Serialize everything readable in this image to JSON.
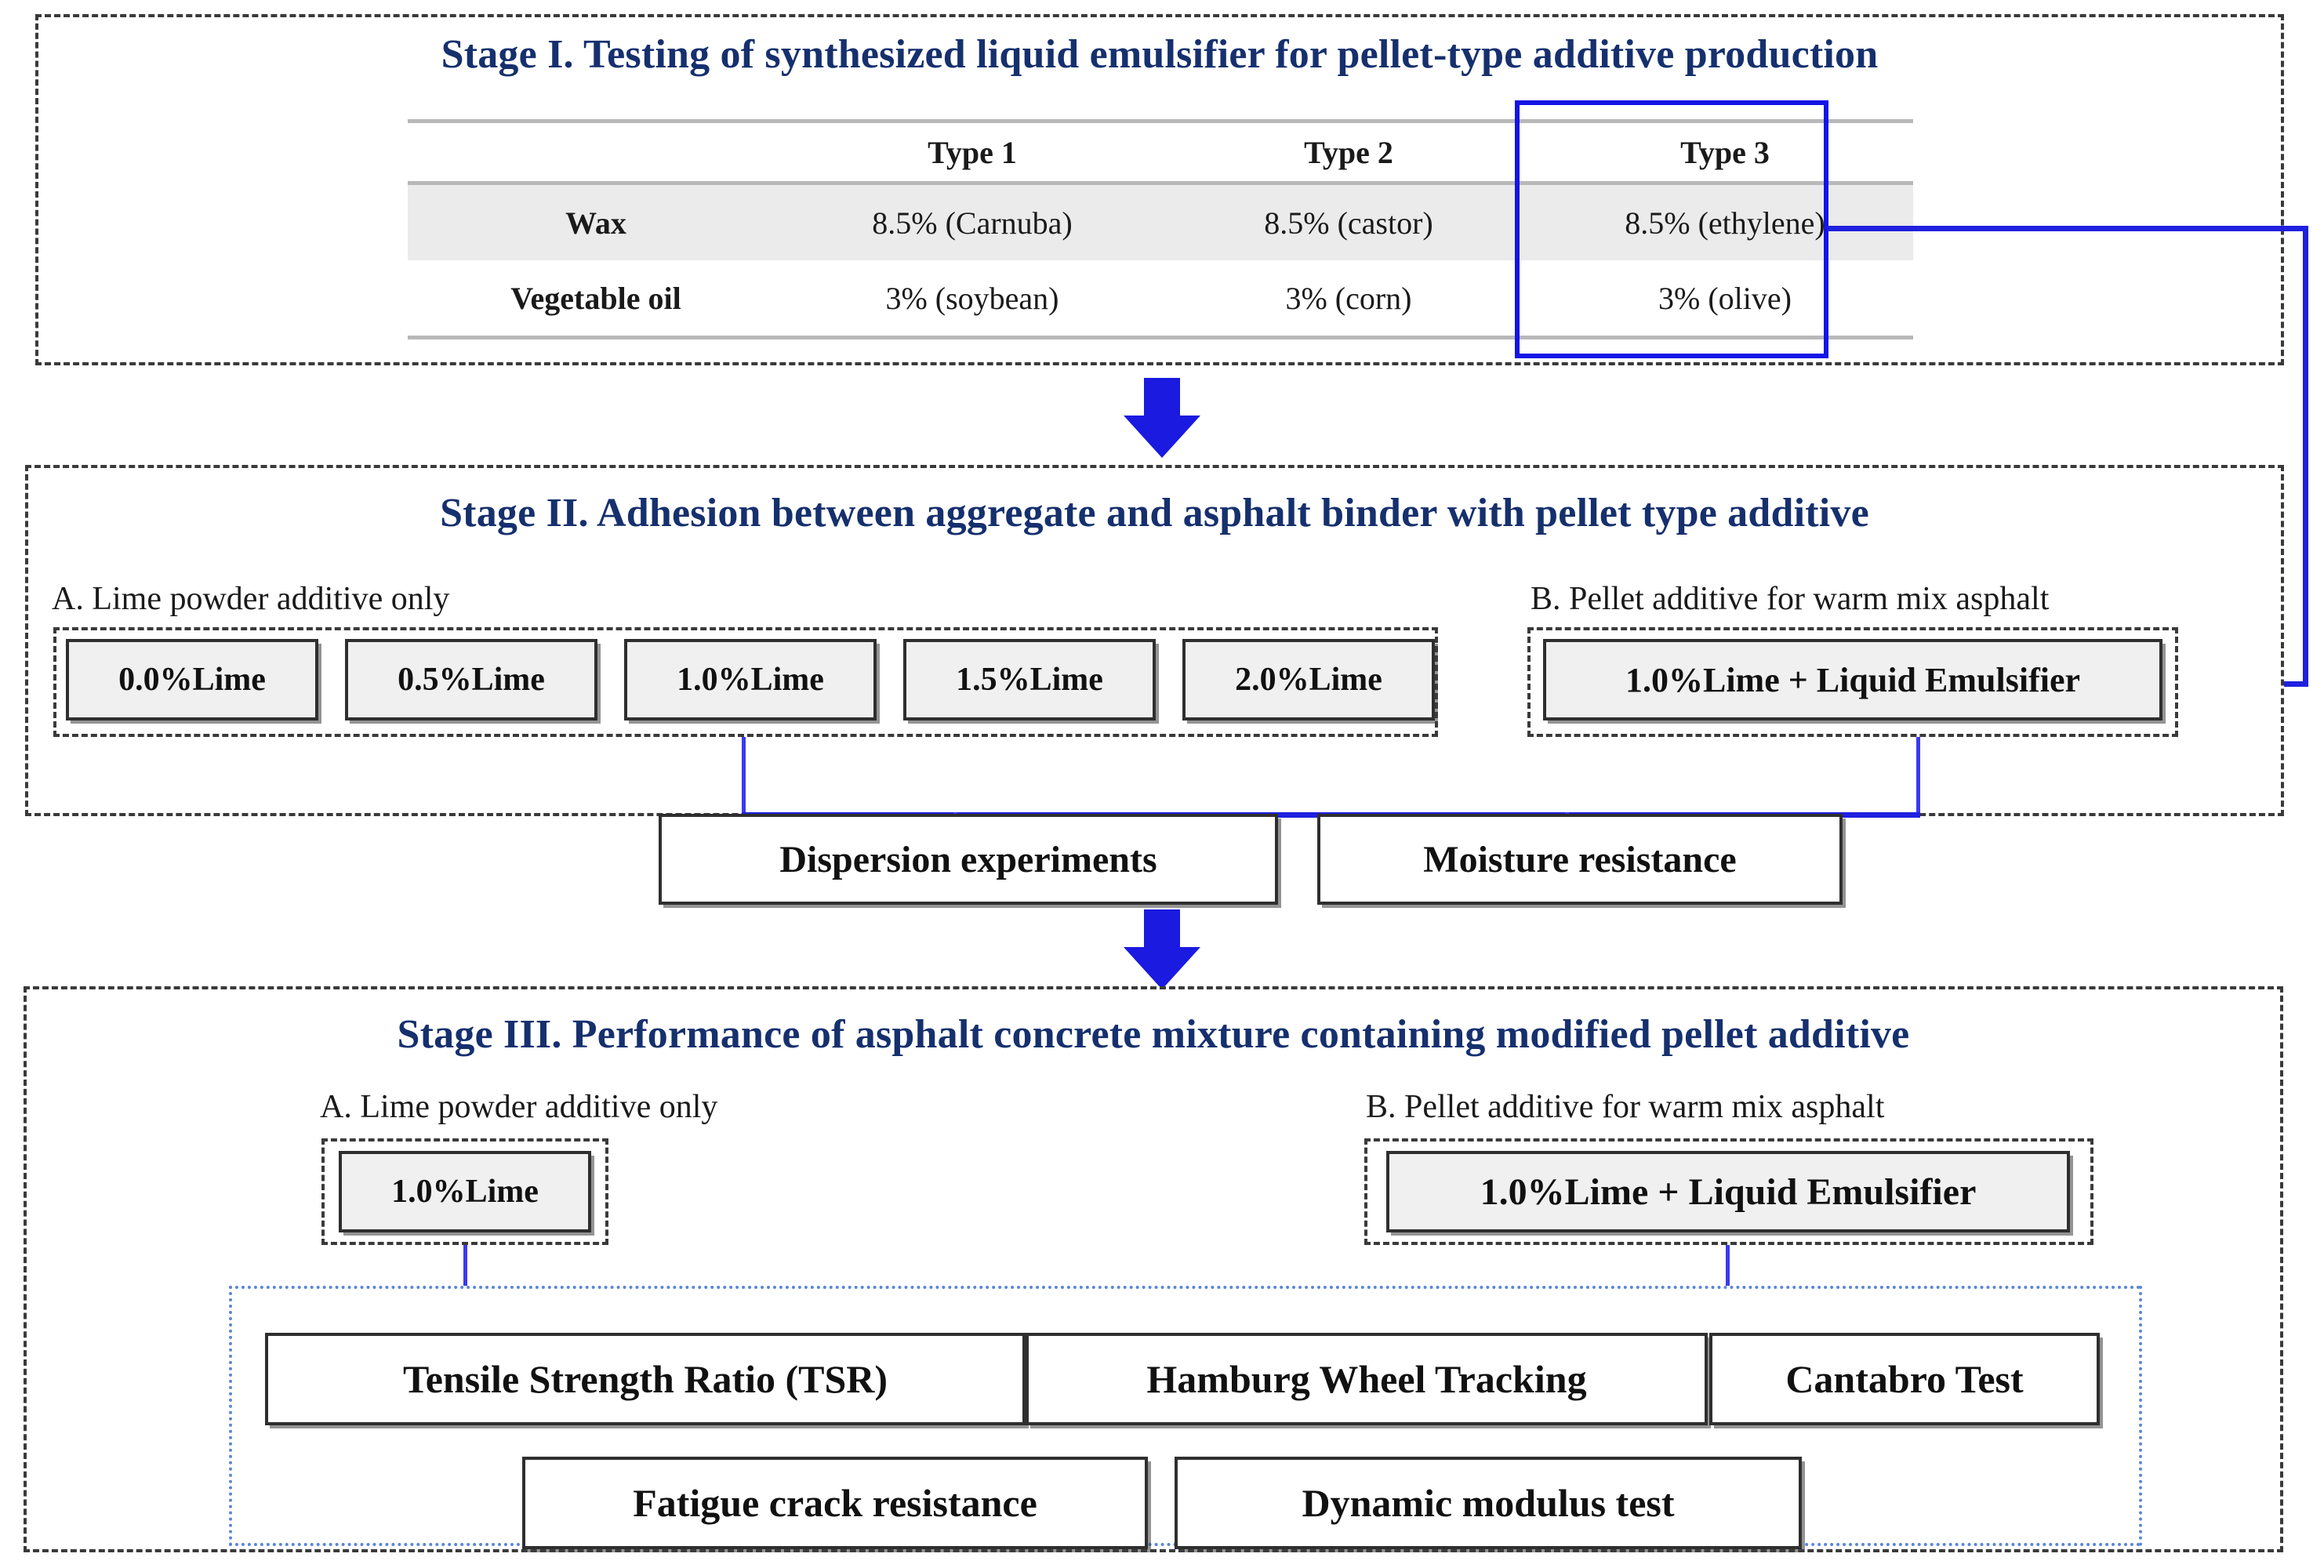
{
  "stage1": {
    "title": "Stage I. Testing of synthesized liquid emulsifier for pellet-type additive production",
    "table": {
      "columns": [
        "",
        "Type 1",
        "Type 2",
        "Type 3"
      ],
      "rows": [
        {
          "label": "Wax",
          "cells": [
            "8.5% (Carnuba)",
            "8.5% (castor)",
            "8.5% (ethylene)"
          ]
        },
        {
          "label": "Vegetable oil",
          "cells": [
            "3% (soybean)",
            "3% (corn)",
            "3% (olive)"
          ]
        }
      ]
    },
    "highlighted_column": "Type 3"
  },
  "stage2": {
    "title": "Stage II. Adhesion between aggregate and asphalt binder with pellet type additive",
    "group_a_label": "A. Lime powder additive only",
    "group_b_label": "B. Pellet additive for warm mix asphalt",
    "group_a_items": [
      "0.0%Lime",
      "0.5%Lime",
      "1.0%Lime",
      "1.5%Lime",
      "2.0%Lime"
    ],
    "group_b_items": [
      "1.0%Lime + Liquid Emulsifier"
    ],
    "outputs": [
      "Dispersion experiments",
      "Moisture resistance"
    ]
  },
  "stage3": {
    "title": "Stage III. Performance of asphalt concrete mixture containing modified pellet additive",
    "group_a_label": "A. Lime powder additive only",
    "group_b_label": "B. Pellet additive for warm mix asphalt",
    "group_a_items": [
      "1.0%Lime"
    ],
    "group_b_items": [
      "1.0%Lime + Liquid Emulsifier"
    ],
    "tests_row1": [
      "Tensile Strength Ratio (TSR)",
      "Hamburg Wheel Tracking",
      "Cantabro Test"
    ],
    "tests_row2": [
      "Fatigue crack resistance",
      "Dynamic modulus test"
    ]
  },
  "colors": {
    "heading": "#16306e",
    "connector": "#2020e0",
    "highlight": "#1414e6",
    "chip_fill": "#f0f0f0",
    "table_shade": "#ebebeb",
    "dotted_blue": "#5a86d8"
  }
}
